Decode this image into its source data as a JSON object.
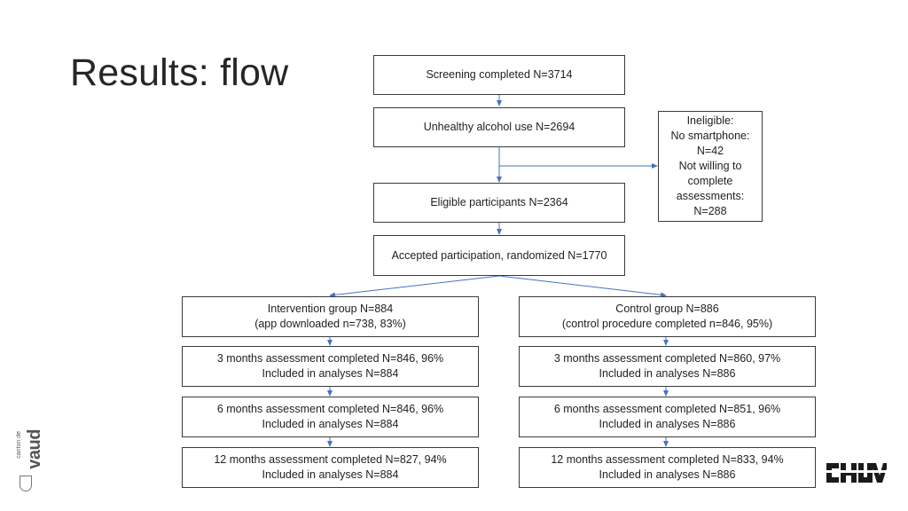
{
  "title": "Results: flow",
  "boxes": {
    "screening": [
      "Screening completed N=3714"
    ],
    "unhealthy": [
      "Unhealthy alcohol use N=2694"
    ],
    "ineligible": [
      "Ineligible:",
      "No smartphone:",
      "N=42",
      "Not willing to",
      "complete",
      "assessments:",
      "N=288"
    ],
    "eligible": [
      "Eligible participants N=2364"
    ],
    "accepted": [
      "Accepted participation, randomized N=1770"
    ],
    "intervention": [
      "Intervention group N=884",
      "(app downloaded n=738, 83%)"
    ],
    "control": [
      "Control group N=886",
      "(control procedure completed n=846, 95%)"
    ],
    "int_3m": [
      "3 months assessment completed N=846, 96%",
      "Included in analyses N=884"
    ],
    "ctl_3m": [
      "3 months assessment completed N=860, 97%",
      "Included in analyses N=886"
    ],
    "int_6m": [
      "6 months assessment completed N=846, 96%",
      "Included in analyses N=884"
    ],
    "ctl_6m": [
      "6 months assessment completed N=851, 96%",
      "Included in analyses N=886"
    ],
    "int_12m": [
      "12 months assessment completed N=827, 94%",
      "Included in analyses N=884"
    ],
    "ctl_12m": [
      "12 months assessment completed N=833, 94%",
      "Included in analyses N=886"
    ]
  },
  "logos": {
    "vaud_small": "canton de",
    "vaud_big": "vaud",
    "chuv": "CHUV"
  },
  "colors": {
    "arrow": "#4472c4",
    "border": "#3a3a3a"
  }
}
